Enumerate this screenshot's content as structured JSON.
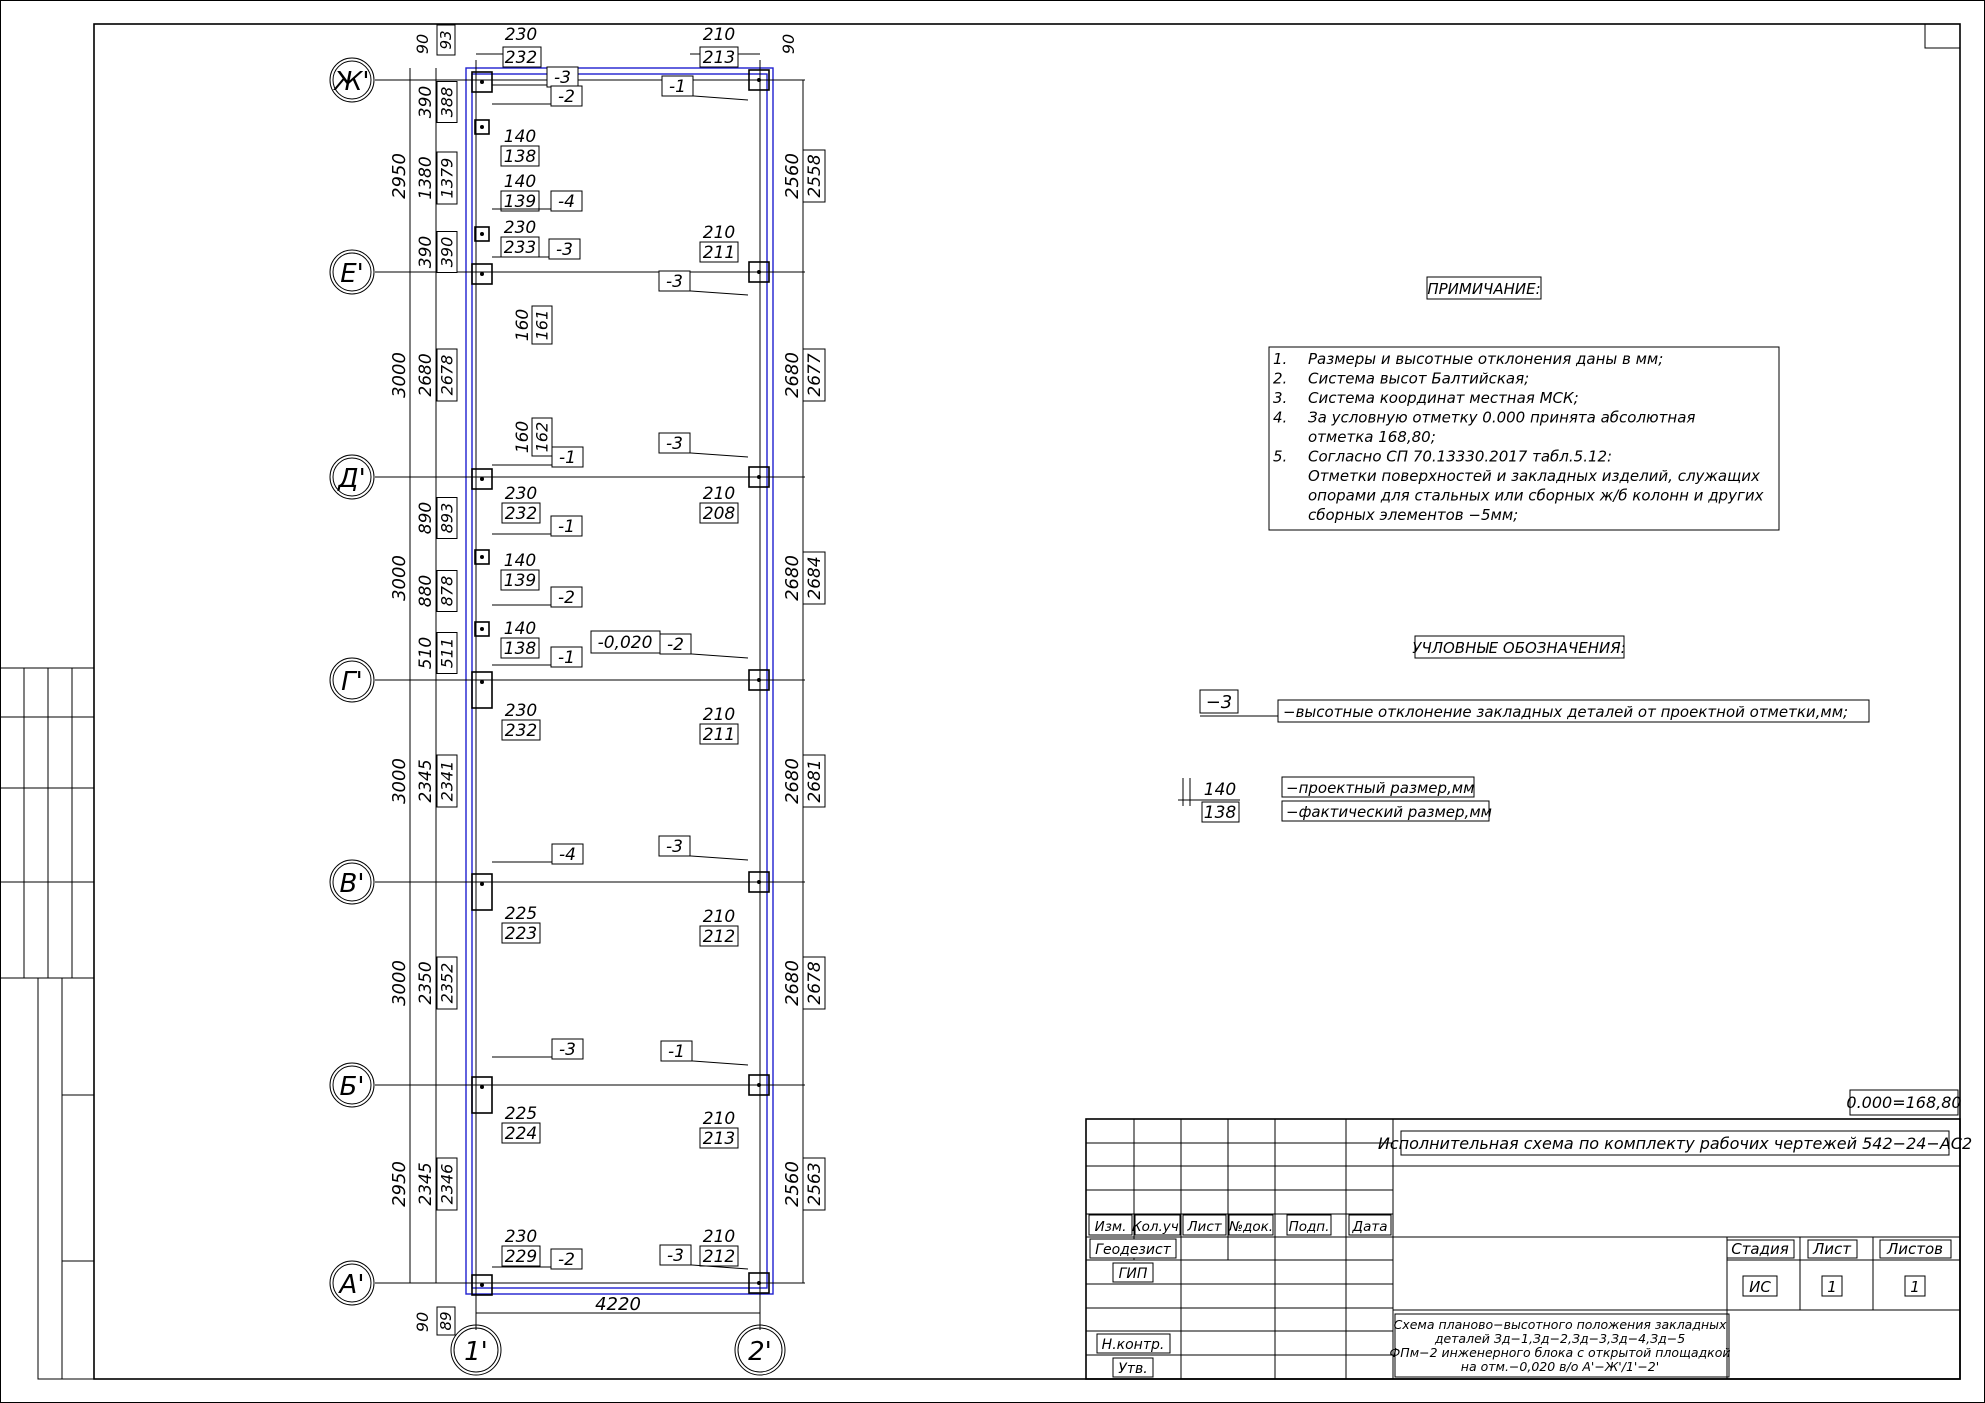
{
  "axes": {
    "rows": [
      "Ж'",
      "Е'",
      "Д'",
      "Г'",
      "В'",
      "Б'",
      "А'"
    ],
    "cols": [
      "1'",
      "2'"
    ]
  },
  "dims": {
    "top_left_design": "230",
    "top_left_fact": "232",
    "top_right_design": "210",
    "top_right_fact": "213",
    "top_edge": "90",
    "top_edge_fact": "93",
    "top_edge_right": "90",
    "bottom_width": "4220",
    "bottom_edge": "90",
    "bottom_edge_fact": "89",
    "left_outer": [
      "2950",
      "3000",
      "3000",
      "3000",
      "3000",
      "2950"
    ],
    "left_inner": [
      {
        "d": "390",
        "f": "388"
      },
      {
        "d": "1380",
        "f": "1379"
      },
      {
        "d": "390",
        "f": "390"
      },
      {
        "d": "2680",
        "f": "2678"
      },
      {
        "d": "890",
        "f": "893"
      },
      {
        "d": "880",
        "f": "878"
      },
      {
        "d": "510",
        "f": "511"
      },
      {
        "d": "2345",
        "f": "2341"
      },
      {
        "d": "2350",
        "f": "2352"
      },
      {
        "d": "2345",
        "f": "2346"
      }
    ],
    "right": [
      {
        "d": "2560",
        "f": "2558"
      },
      {
        "d": "2680",
        "f": "2677"
      },
      {
        "d": "2680",
        "f": "2684"
      },
      {
        "d": "2680",
        "f": "2681"
      },
      {
        "d": "2680",
        "f": "2678"
      },
      {
        "d": "2560",
        "f": "2563"
      }
    ],
    "plates_left": [
      {
        "d": "140",
        "f": "138"
      },
      {
        "d": "140",
        "f": "139"
      },
      {
        "d": "230",
        "f": "233"
      },
      {
        "d": "160",
        "f": "161"
      },
      {
        "d": "160",
        "f": "162"
      },
      {
        "d": "230",
        "f": "232"
      },
      {
        "d": "140",
        "f": "139"
      },
      {
        "d": "140",
        "f": "138"
      },
      {
        "d": "230",
        "f": "232"
      },
      {
        "d": "225",
        "f": "223"
      },
      {
        "d": "225",
        "f": "224"
      },
      {
        "d": "230",
        "f": "229"
      }
    ],
    "plates_right": [
      {
        "d": "210",
        "f": "211"
      },
      {
        "d": "210",
        "f": "208"
      },
      {
        "d": "210",
        "f": "211"
      },
      {
        "d": "210",
        "f": "212"
      },
      {
        "d": "210",
        "f": "213"
      },
      {
        "d": "210",
        "f": "212"
      }
    ]
  },
  "deviations": {
    "left": [
      "-3",
      "-2",
      "-4",
      "-3",
      "-1",
      "-1",
      "-2",
      "-1",
      "-4",
      "-3",
      "-2"
    ],
    "right": [
      "-1",
      "-3",
      "-3",
      "-2",
      "-3",
      "-1",
      "-3"
    ],
    "level_mark": "-0,020"
  },
  "notes": {
    "title": "ПРИМИЧАНИЕ:",
    "items": [
      {
        "n": "1.",
        "text": "Размеры и высотные отклонения даны в мм;"
      },
      {
        "n": "2.",
        "text": "Система высот Балтийская;"
      },
      {
        "n": "3.",
        "text": "Система координат местная МСК;"
      },
      {
        "n": "4.",
        "text": "За условную отметку 0.000 принята абсолютная"
      },
      {
        "n": "",
        "text": "отметка 168,80;"
      },
      {
        "n": "5.",
        "text": "Согласно СП 70.13330.2017 табл.5.12:"
      },
      {
        "n": "",
        "text": "Отметки поверхностей и закладных изделий, служащих"
      },
      {
        "n": "",
        "text": "опорами для стальных или сборных ж/б колонн и других"
      },
      {
        "n": "",
        "text": "сборных элементов     −5мм;"
      }
    ]
  },
  "legend": {
    "title": "УЧЛОВНЫЕ ОБОЗНАЧЕНИЯ:",
    "dev_sample": "−3",
    "dev_text": "−высотные отклонение закладных деталей от проектной отметки,мм;",
    "dim_design": "140",
    "dim_fact": "138",
    "design_text": "−проектный размер,мм",
    "fact_text": "−фактический размер,мм"
  },
  "stamp": {
    "level": "0.000=168,80",
    "title": "Исполнительная схема по комплекту рабочих чертежей 542−24−АС2",
    "headers": [
      "Изм.",
      "Кол.уч.",
      "Лист",
      "№док.",
      "Подп.",
      "Дата"
    ],
    "roles": [
      "Геодезист",
      "ГИП",
      "Н.контр.",
      "Утв."
    ],
    "stage_label": "Стадия",
    "sheet_label": "Лист",
    "sheets_label": "Листов",
    "stage": "ИС",
    "sheet": "1",
    "sheets": "1",
    "desc": [
      "Схема планово−высотного положения закладных",
      "деталей Зд−1,Зд−2,Зд−3,Зд−4,Зд−5",
      "ФПм−2 инженерного блока с открытой площадкой",
      "на отм.−0,020 в/о А'−Ж'/1'−2'"
    ]
  }
}
